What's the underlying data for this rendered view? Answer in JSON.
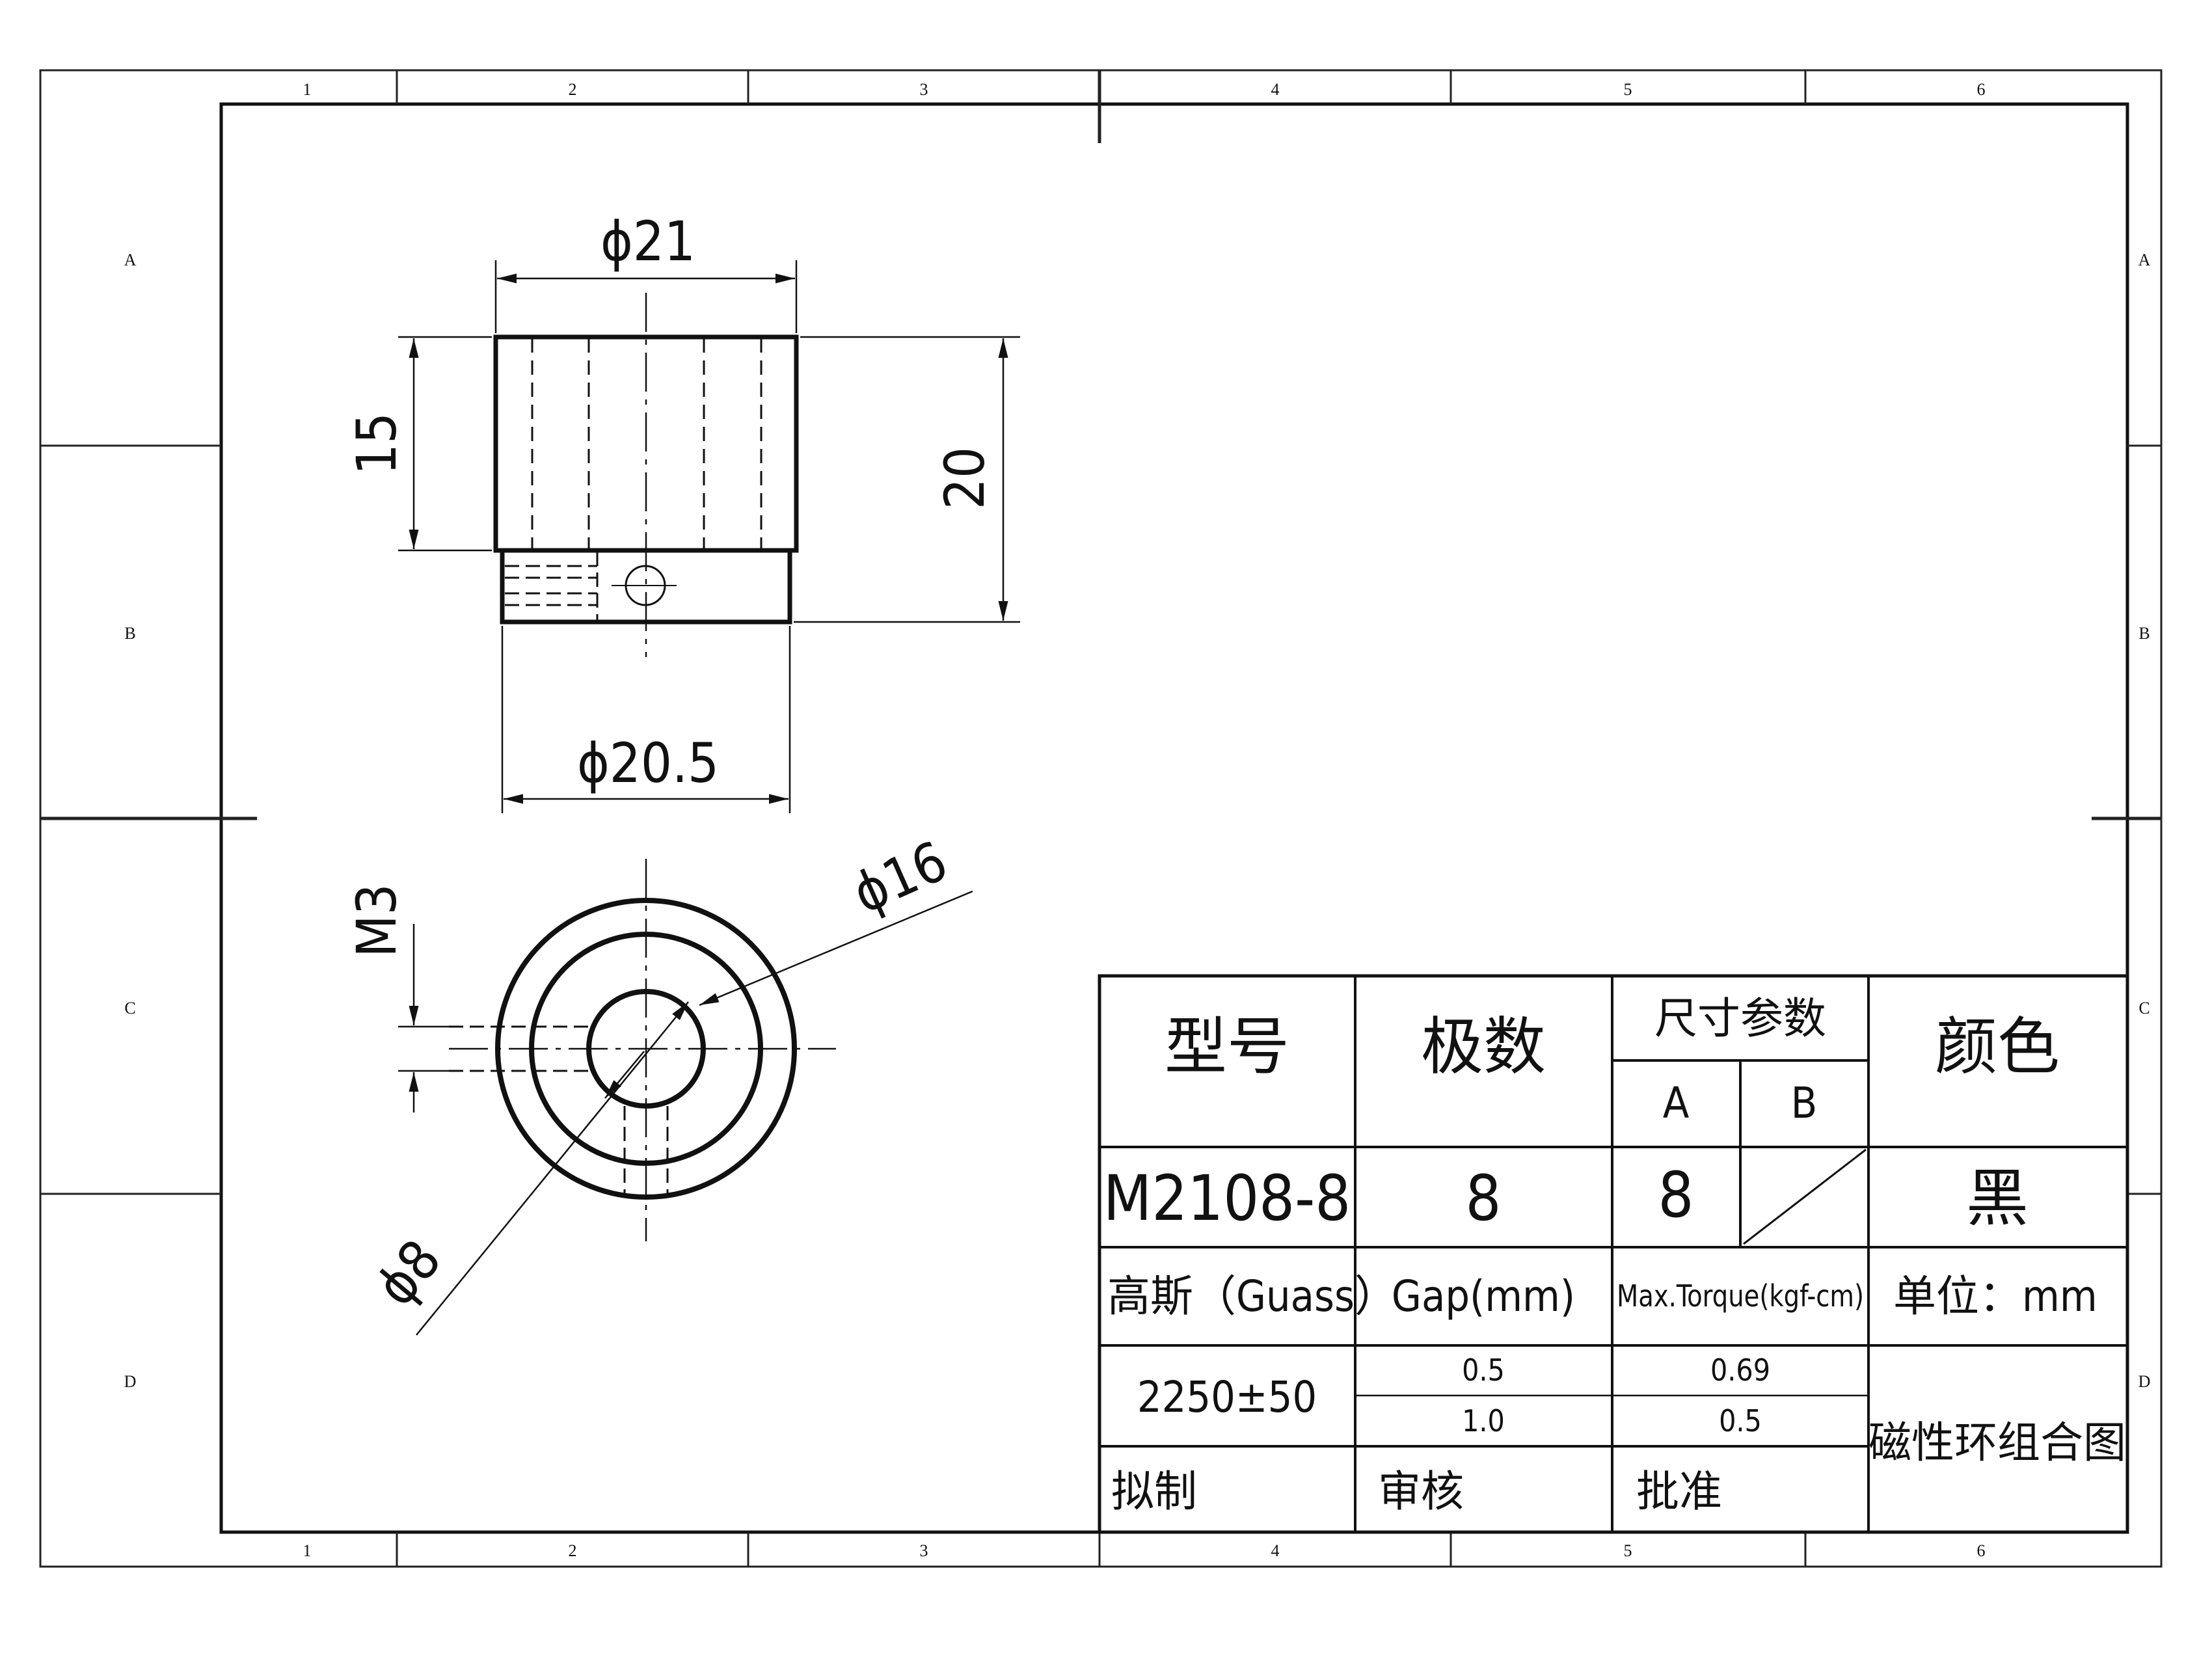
{
  "drawing": {
    "zones": {
      "columns": [
        "1",
        "2",
        "3",
        "4",
        "5",
        "6"
      ],
      "rows": [
        "A",
        "B",
        "C",
        "D"
      ]
    },
    "dimensions": {
      "outer_diameter": "ϕ21",
      "step_diameter": "ϕ20.5",
      "height_upper": "15",
      "height_total": "20",
      "thread": "M3",
      "inner_circle": "ϕ16",
      "bore": "ϕ8"
    },
    "table": {
      "model_label": "型号",
      "poles_label": "极数",
      "size_params_label": "尺寸参数",
      "size_a_label": "A",
      "size_b_label": "B",
      "color_label": "颜色",
      "model_value": "M2108-8",
      "poles_value": "8",
      "size_a_value": "8",
      "color_value": "黑",
      "gauss_label": "高斯（Guass）",
      "gap_label": "Gap(mm)",
      "torque_label": "Max.Torque(kgf-cm)",
      "unit_label": "单位：mm",
      "gauss_value": "2250±50",
      "gap_1": "0.5",
      "gap_2": "1.0",
      "torque_1": "0.69",
      "torque_2": "0.5",
      "title_value": "磁性环组合图",
      "drafter_label": "拟制",
      "reviewer_label": "审核",
      "approver_label": "批准"
    }
  }
}
